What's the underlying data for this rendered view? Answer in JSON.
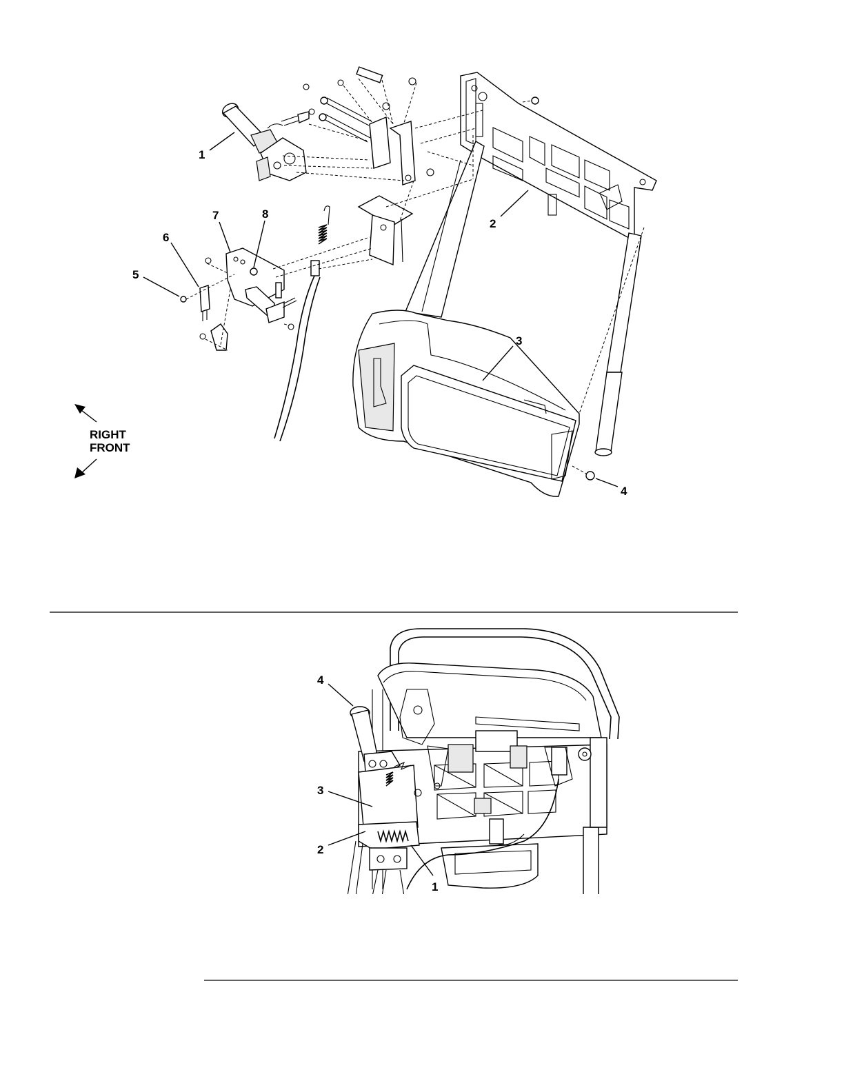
{
  "figure1": {
    "callouts": [
      "1",
      "2",
      "3",
      "4",
      "5",
      "6",
      "7",
      "8"
    ],
    "direction_right": "RIGHT",
    "direction_front": "FRONT"
  },
  "figure2": {
    "callouts": [
      "1",
      "2",
      "3",
      "4"
    ]
  }
}
